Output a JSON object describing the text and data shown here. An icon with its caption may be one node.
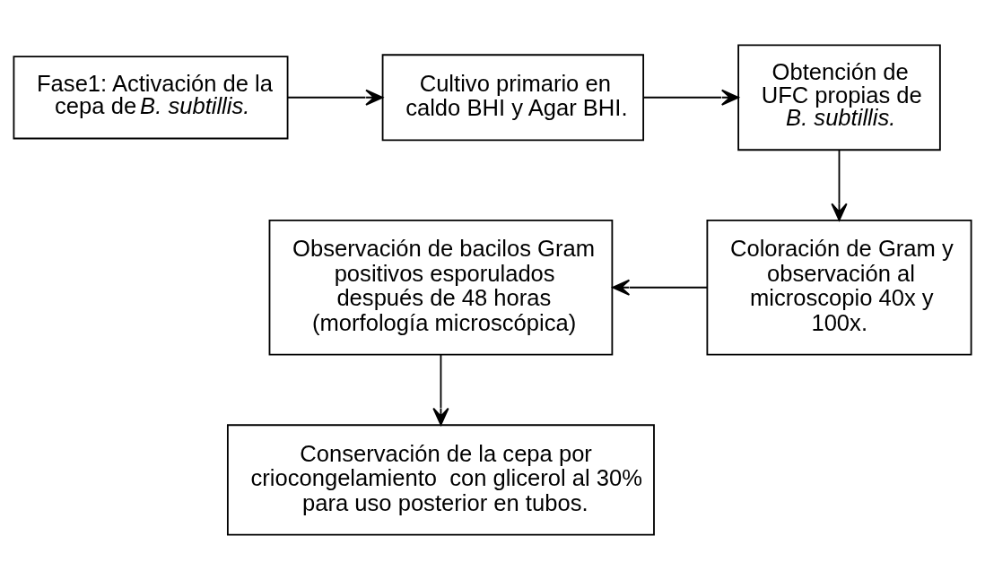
{
  "diagram": {
    "nodes": [
      {
        "text": [
          "Fase1: Activación de la cepa de *B. subtillis.*"
        ]
      },
      {
        "text": [
          "Cultivo primario en caldo BHI y Agar BHI."
        ]
      },
      {
        "text": [
          "Obtención de UFC propias de *B. subtillis.*"
        ]
      },
      {
        "text": [
          "Coloración de Gram y observación al microscopio 40x y 100x."
        ]
      },
      {
        "text": [
          "Observación de bacilos Gram positivos esporulados después de 48 horas (morfología microscópica)"
        ]
      },
      {
        "text": [
          "Conservación de la cepa por criocongelamiento  con glicerol al 30% para uso posterior en tubos."
        ]
      }
    ],
    "edges": [
      {
        "from": 0,
        "to": 1,
        "arrow": "to"
      },
      {
        "from": 1,
        "to": 2,
        "arrow": "to"
      },
      {
        "from": 2,
        "to": 3,
        "arrow": "to"
      },
      {
        "from": 3,
        "to": 4,
        "arrow": "to"
      },
      {
        "from": 4,
        "to": 5,
        "arrow": "to"
      }
    ]
  }
}
